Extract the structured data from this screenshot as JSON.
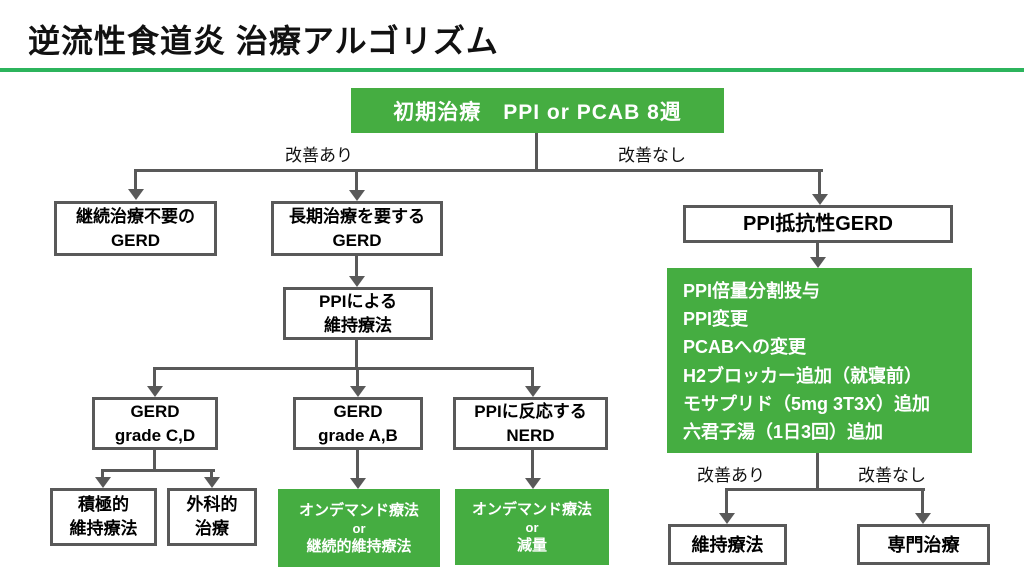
{
  "title": "逆流性食道炎 治療アルゴリズム",
  "branch_labels": {
    "top_left": "改善あり",
    "top_right": "改善なし",
    "bottom_left": "改善あり",
    "bottom_right": "改善なし"
  },
  "nodes": {
    "initial": {
      "label": "初期治療　PPI or PCAB 8週"
    },
    "no_continuous": {
      "lines": [
        "継続治療不要の",
        "GERD"
      ]
    },
    "long_term": {
      "lines": [
        "長期治療を要する",
        "GERD"
      ]
    },
    "ppi_resistant": {
      "label": "PPI抵抗性GERD"
    },
    "ppi_maintenance": {
      "lines": [
        "PPIによる",
        "維持療法"
      ]
    },
    "resistant_options": {
      "items": [
        "PPI倍量分割投与",
        "PPI変更",
        "PCABへの変更",
        "H2ブロッカー追加（就寝前）",
        "モサプリド（5mg 3T3X）追加",
        "六君子湯（1日3回）追加"
      ]
    },
    "gerd_cd": {
      "lines": [
        "GERD",
        "grade C,D"
      ]
    },
    "gerd_ab": {
      "lines": [
        "GERD",
        "grade A,B"
      ]
    },
    "nerd": {
      "lines": [
        "PPIに反応する",
        "NERD"
      ]
    },
    "active_maintenance": {
      "lines": [
        "積極的",
        "維持療法"
      ]
    },
    "surgical": {
      "lines": [
        "外科的",
        "治療"
      ]
    },
    "ondemand_continuous": {
      "lines": [
        "オンデマンド療法",
        "or",
        "継続的維持療法"
      ]
    },
    "ondemand_reduce": {
      "lines": [
        "オンデマンド療法",
        "or",
        "減量"
      ]
    },
    "maintenance": {
      "label": "維持療法"
    },
    "specialist": {
      "label": "専門治療"
    }
  },
  "colors": {
    "box_green": "#45ad41",
    "divider_green": "#2cb45c",
    "connector_gray": "#595959",
    "text_black": "#111111",
    "text_white": "#ffffff"
  }
}
